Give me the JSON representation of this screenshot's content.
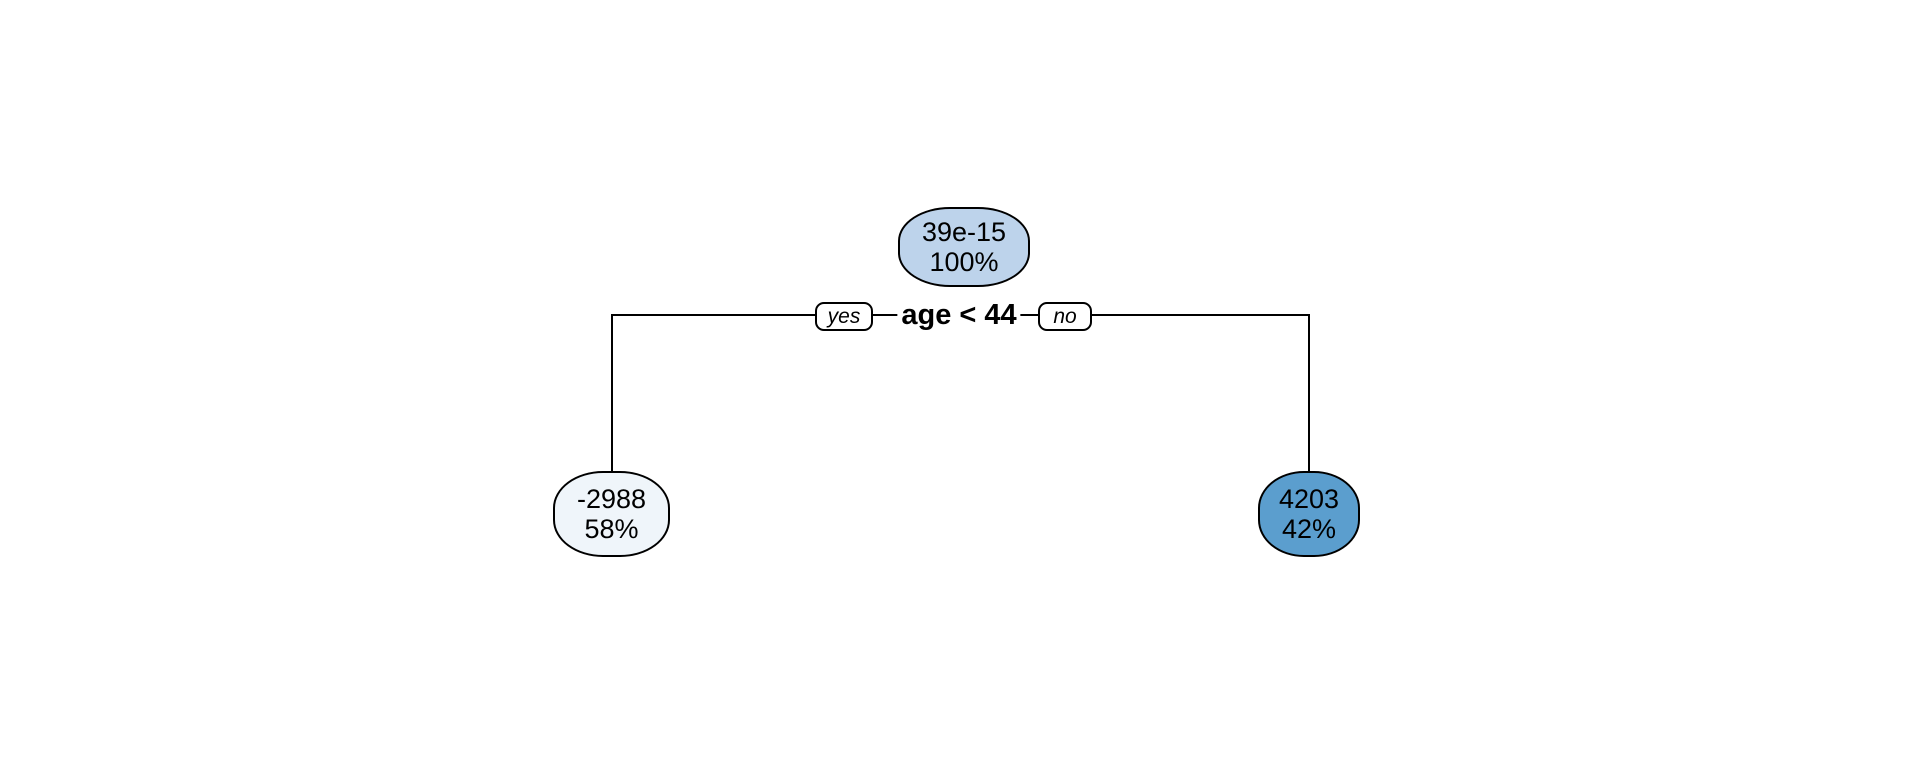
{
  "diagram": {
    "type": "decision-tree",
    "background_color": "#ffffff",
    "line_color": "#000000",
    "split": {
      "condition": "age < 44",
      "yes_label": "yes",
      "no_label": "no"
    },
    "nodes": {
      "root": {
        "value": "39e-15",
        "percent": "100%",
        "fill": "#bdd3eb"
      },
      "left": {
        "value": "-2988",
        "percent": "58%",
        "fill": "#eff5fa"
      },
      "right": {
        "value": "4203",
        "percent": "42%",
        "fill": "#5b9ece"
      }
    }
  }
}
